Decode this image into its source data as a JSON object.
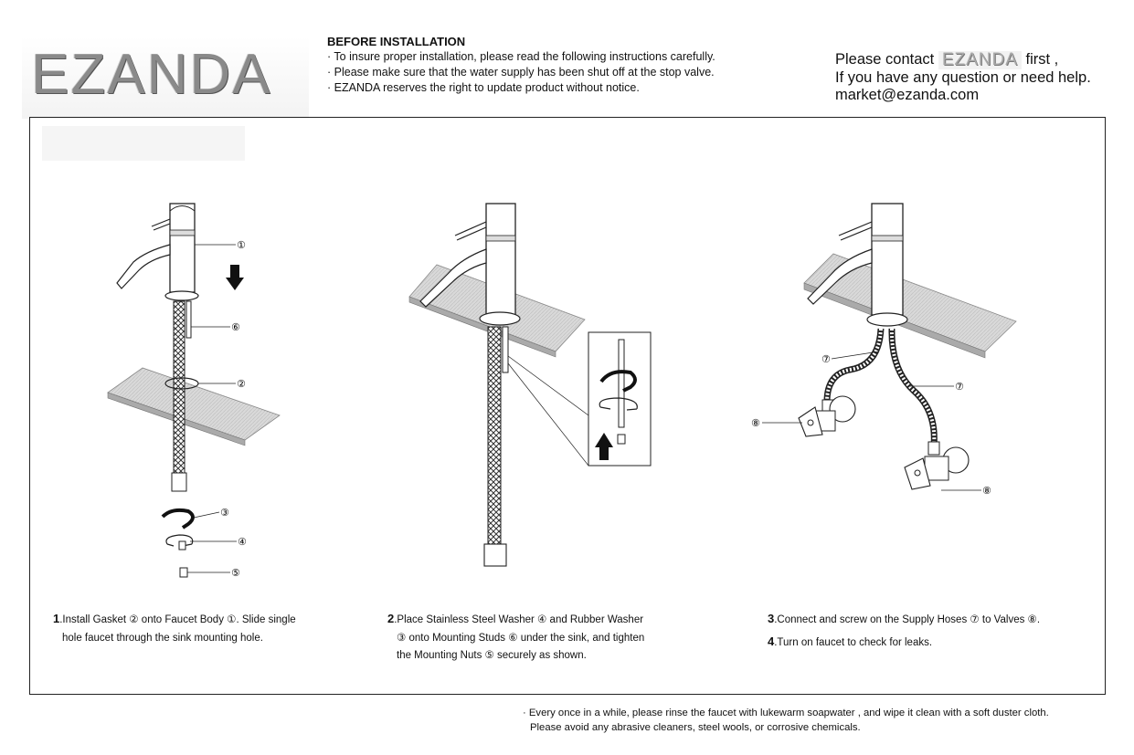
{
  "brand": {
    "logo": "EZANDA"
  },
  "before_installation": {
    "heading": "BEFORE INSTALLATION",
    "items": [
      "· To insure proper installation, please read the following instructions carefully.",
      "· Please make sure that the water supply has been shut off at the stop valve.",
      "· EZANDA reserves the right to update product without notice."
    ]
  },
  "contact": {
    "prefix": "Please contact",
    "logo": "EZANDA",
    "suffix": "first ,",
    "line2": "If you have any question or need help.",
    "email": "market@ezanda.com"
  },
  "callouts": {
    "c1": "①",
    "c2": "②",
    "c3": "③",
    "c4": "④",
    "c5": "⑤",
    "c6": "⑥",
    "c7": "⑦",
    "c8": "⑧"
  },
  "steps": {
    "step1": {
      "num": "1",
      "text": ".Install Gasket ② onto Faucet Body ①. Slide single",
      "text2": "hole faucet through the sink mounting hole."
    },
    "step2": {
      "num": "2",
      "text": ".Place Stainless Steel Washer ④ and Rubber Washer",
      "text2": "③ onto Mounting Studs ⑥ under the sink, and tighten",
      "text3": "the Mounting Nuts ⑤ securely as shown."
    },
    "step3": {
      "num": "3",
      "text": ".Connect and screw on the Supply Hoses ⑦ to Valves ⑧."
    },
    "step4": {
      "num": "4",
      "text": ".Turn on faucet to check for leaks."
    }
  },
  "care": {
    "line1": "· Every once in a while, please rinse the faucet with lukewarm soapwater , and wipe it clean with a soft duster cloth.",
    "line2": "Please avoid any abrasive cleaners, steel wools, or corrosive chemicals."
  }
}
